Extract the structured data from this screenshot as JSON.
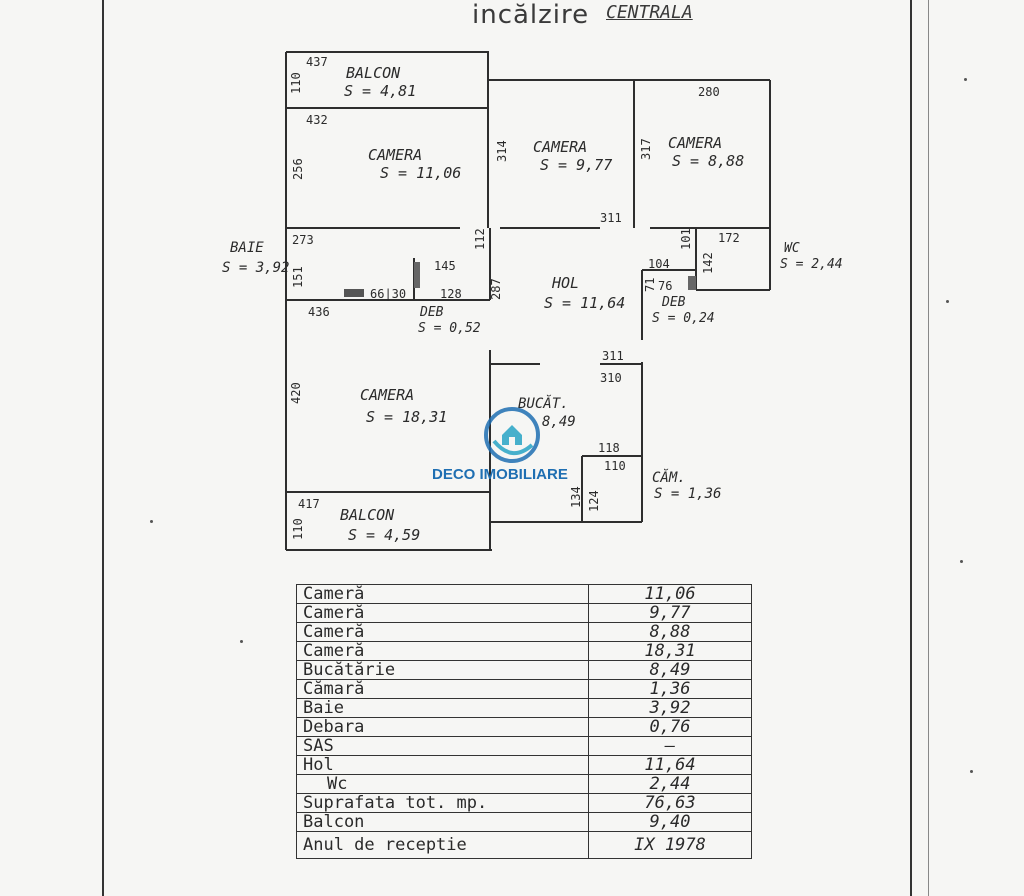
{
  "header": {
    "title": "incălzire",
    "subtitle": "CENTRALA"
  },
  "rooms": [
    {
      "name": "BALCON",
      "area": "S = 4,81"
    },
    {
      "name": "CAMERA",
      "area": "S = 11,06"
    },
    {
      "name": "CAMERA",
      "area": "S = 9,77"
    },
    {
      "name": "CAMERA",
      "area": "S = 8,88"
    },
    {
      "name": "BAIE",
      "area": "S = 3,92"
    },
    {
      "name": "HOL",
      "area": "S = 11,64"
    },
    {
      "name": "WC",
      "area": "S = 2,44"
    },
    {
      "name": "DEB",
      "area": "S = 0,52"
    },
    {
      "name": "DEB",
      "area": "S = 0,24"
    },
    {
      "name": "CAMERA",
      "area": "S = 18,31"
    },
    {
      "name": "BUCĂT.",
      "area": "8,49"
    },
    {
      "name": "CĂM.",
      "area": "S = 1,36"
    },
    {
      "name": "BALCON",
      "area": "S = 4,59"
    }
  ],
  "dimensions": [
    "437",
    "110",
    "432",
    "256",
    "314",
    "317",
    "280",
    "311",
    "273",
    "151",
    "145",
    "128",
    "66|30",
    "436",
    "112",
    "287",
    "104",
    "101",
    "172",
    "142",
    "71",
    "76",
    "311",
    "310",
    "420",
    "118",
    "110",
    "134",
    "124",
    "417",
    "110"
  ],
  "logo": {
    "text": "DECO IMOBILIARE"
  },
  "table": {
    "rows": [
      {
        "label": "Cameră",
        "value": "11,06"
      },
      {
        "label": "Cameră",
        "value": "9,77"
      },
      {
        "label": "Cameră",
        "value": "8,88"
      },
      {
        "label": "Cameră",
        "value": "18,31"
      },
      {
        "label": "Bucătărie",
        "value": "8,49"
      },
      {
        "label": "Cămară",
        "value": "1,36"
      },
      {
        "label": "Baie",
        "value": "3,92"
      },
      {
        "label": "Debara",
        "value": "0,76"
      },
      {
        "label": "SAS",
        "value": "—"
      },
      {
        "label": "Hol",
        "value": "11,64"
      },
      {
        "label": "Wc",
        "value": "2,44"
      },
      {
        "label": "Suprafata tot. mp.",
        "value": "76,63"
      },
      {
        "label": "Balcon",
        "value": "9,40"
      },
      {
        "label": "Anul de receptie",
        "value": "IX 1978"
      }
    ]
  }
}
